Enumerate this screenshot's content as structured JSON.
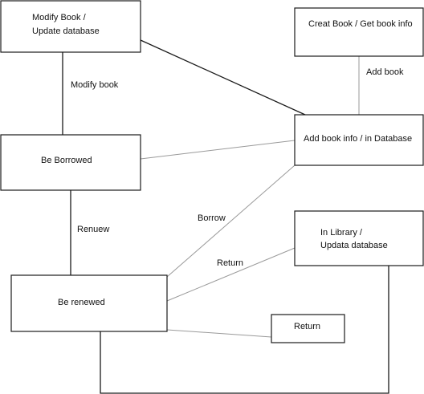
{
  "nodes": {
    "modify_book": {
      "line1": "Modify Book /",
      "line2": "Update database"
    },
    "create_book": {
      "label": "Creat Book / Get book info"
    },
    "add_book_info": {
      "label": "Add book info / in Database"
    },
    "be_borrowed": {
      "label": "Be Borrowed"
    },
    "in_library": {
      "line1": "In Library /",
      "line2": "Updata database"
    },
    "be_renewed": {
      "label": "Be renewed"
    },
    "return_box": {
      "label": "Return"
    }
  },
  "edges": {
    "modify_book_label": "Modify book",
    "add_book_label": "Add book",
    "renew_label": "Renuew",
    "borrow_label": "Borrow",
    "return_label": "Return"
  },
  "colors": {
    "box_stroke": "#1a1a1a",
    "dark_edge": "#1a1a1a",
    "light_edge": "#9a9a9a"
  }
}
